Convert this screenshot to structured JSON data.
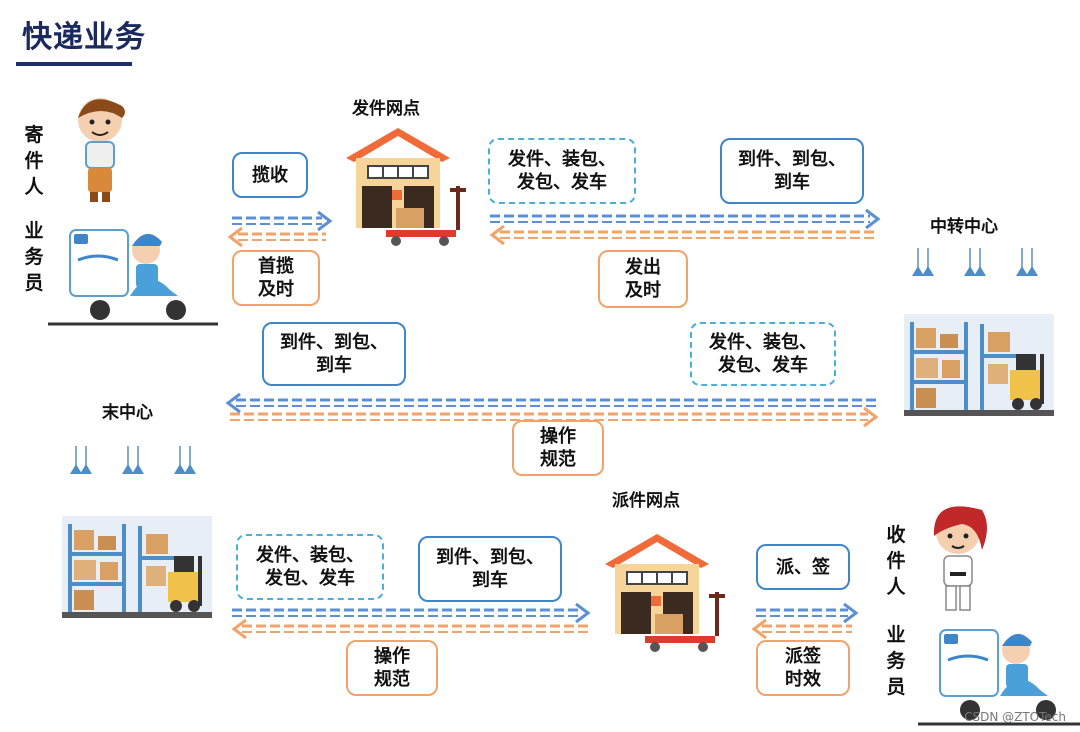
{
  "title": "快递业务",
  "nodes": {
    "sender": "寄\n件\n人",
    "sender_courier": "业\n务\n员",
    "send_outlet": "发件网点",
    "transfer_center": "中转中心",
    "end_center": "末中心",
    "dispatch_outlet": "派件网点",
    "receiver": "收\n件\n人",
    "receiver_courier": "业\n务\n员"
  },
  "labels": {
    "pickup": "揽收",
    "first_pickup_timely": "首揽\n及时",
    "send_pack_1": "发件、装包、\n发包、发车",
    "arrive_unpack_1": "到件、到包、\n到车",
    "dispatch_timely": "发出\n及时",
    "arrive_unpack_2": "到件、到包、\n到车",
    "send_pack_2": "发件、装包、\n发包、发车",
    "op_standard_1": "操作\n规范",
    "send_pack_3": "发件、装包、\n发包、发车",
    "arrive_unpack_3": "到件、到包、\n到车",
    "deliver_sign": "派、签",
    "op_standard_2": "操作\n规范",
    "deliver_timely": "派签\n时效"
  },
  "watermark": "CSDN @ZTOTech",
  "colors": {
    "title": "#1a2a5e",
    "blue_arrow": "#5b8fd6",
    "orange_arrow": "#f0a36a",
    "box_blue": "#3f86c8",
    "box_dash": "#4ab0d8",
    "box_orange": "#f0a36a"
  }
}
